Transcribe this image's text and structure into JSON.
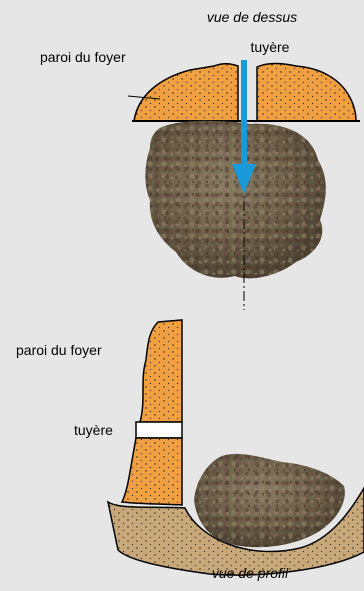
{
  "top_view": {
    "caption": "vue de dessus",
    "wall_label": "paroi du foyer",
    "tuyere_label": "tuyère"
  },
  "side_view": {
    "caption": "vue de profil",
    "wall_label": "paroi du foyer",
    "tuyere_label": "tuyère"
  },
  "colors": {
    "background": "#e6e6e6",
    "furnace_wall": "#f0a040",
    "hearth_floor": "#c8a878",
    "air_arrow": "#1a9ad8",
    "slag": "#7a6a55"
  }
}
